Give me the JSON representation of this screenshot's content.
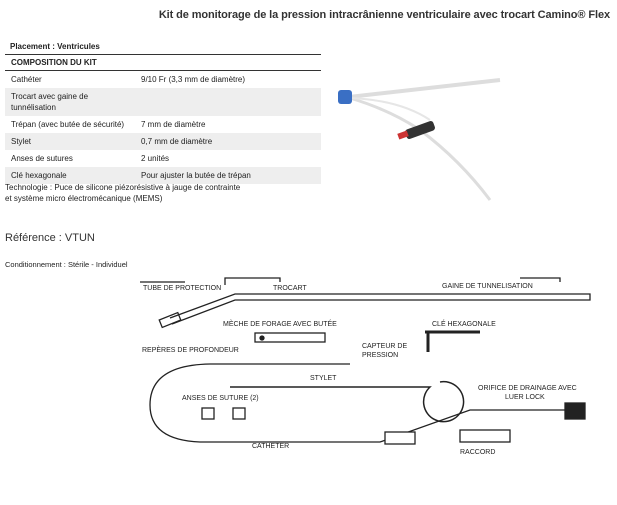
{
  "title": "Kit de monitorage de la pression intracrânienne ventriculaire avec trocart Camino® Flex",
  "placement": "Placement : Ventricules",
  "table": {
    "header": "COMPOSITION DU KIT",
    "rows": [
      {
        "item": "Cathéter",
        "value": "9/10 Fr (3,3 mm de diamètre)"
      },
      {
        "item": "Trocart avec gaine de tunnélisation",
        "value": ""
      },
      {
        "item": "Trépan (avec butée de sécurité)",
        "value": "7 mm de diamètre"
      },
      {
        "item": "Stylet",
        "value": "0,7 mm de diamètre"
      },
      {
        "item": "Anses de sutures",
        "value": "2 unités"
      },
      {
        "item": "Clé hexagonale",
        "value": "Pour ajuster la butée de trépan"
      }
    ]
  },
  "technology": "Technologie : Puce de silicone piézorésistive à jauge de contrainte et système micro électromécanique (MEMS)",
  "reference": "Référence : VTUN",
  "conditioning": "Conditionnement :  Stérile - Individuel",
  "diagram": {
    "tube": "TUBE DE PROTECTION",
    "trocart": "TROCART",
    "gaine": "GAINE DE TUNNELISATION",
    "meche": "MÈCHE DE FORAGE AVEC BUTÉE",
    "cle": "CLÉ HEXAGONALE",
    "reperes": "REPÈRES DE PROFONDEUR",
    "capteur1": "CAPTEUR DE",
    "capteur2": "PRESSION",
    "stylet": "STYLET",
    "anses": "ANSES DE SUTURE (2)",
    "orifice1": "ORIFICE DE DRAINAGE AVEC",
    "orifice2": "LUER LOCK",
    "catheter": "CATHÉTER",
    "raccord": "RACCORD"
  }
}
